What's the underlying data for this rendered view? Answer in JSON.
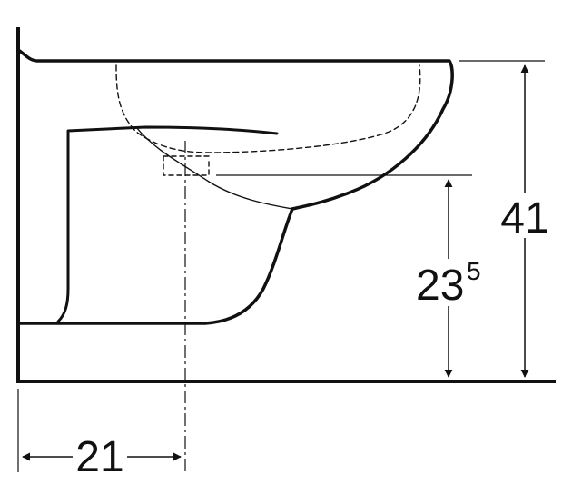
{
  "dimensions": {
    "total_height": "41",
    "rim_height_main": "23",
    "rim_height_sup": "5",
    "projection": "21"
  },
  "colors": {
    "line": "#111111",
    "background": "#ffffff"
  }
}
